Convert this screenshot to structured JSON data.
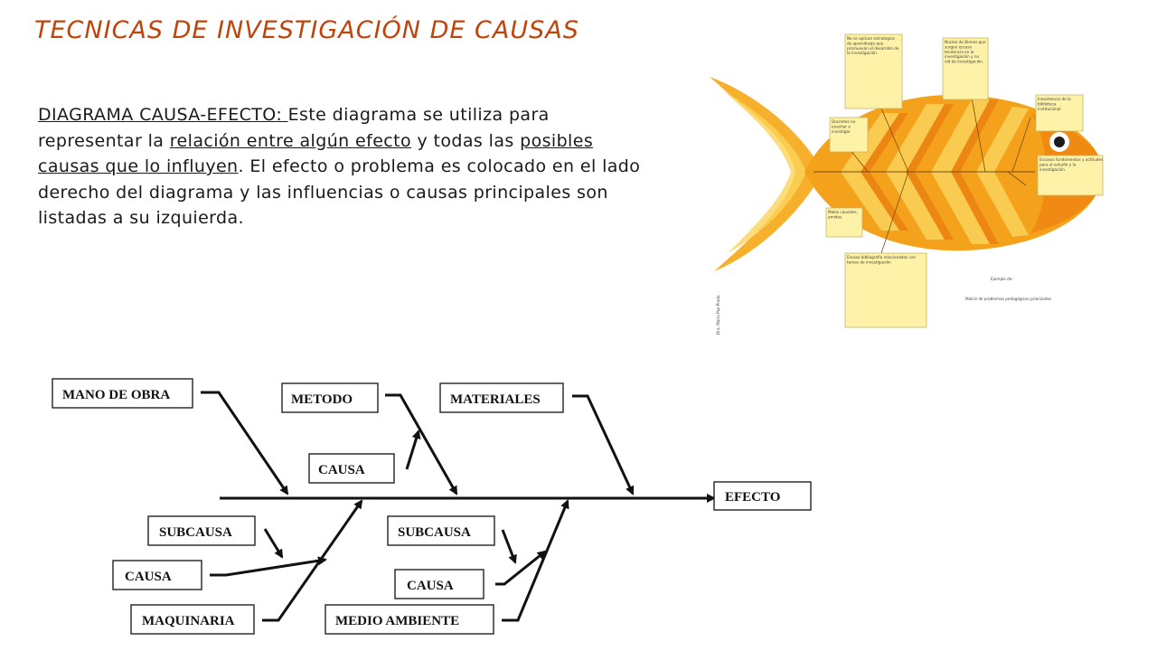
{
  "title": "TECNICAS DE INVESTIGACIÓN DE CAUSAS",
  "intro": {
    "term": "DIAGRAMA CAUSA-EFECTO: ",
    "text_1": "Este diagrama se utiliza para representar la ",
    "link_1": "relación entre algún efecto",
    "text_2": " y todas las ",
    "link_2": "posibles causas que lo influyen",
    "text_3": ". El efecto o problema es colocado en el lado derecho del diagrama y las influencias o causas principales son listadas a su izquierda."
  },
  "fish_image": {
    "colors": {
      "body": "#f4a21c",
      "light": "#fbd35a",
      "dark": "#e8740c",
      "note": "#fdf2a8",
      "note_border": "#c9b560"
    },
    "notes": [
      "No se aplican estrategias de aprendizaje que promuevan el desarrollo de la investigación.",
      "Núcleo de Bienes que surgen escaso tendencia en la investigación y no vid de investigación.",
      "Docentes no enseñar a investigar",
      "Inexistencia de la biblioteca institucional",
      "Escasos fundamentos y actitudes para el estudio y la investigación.",
      "Malos causales, amidos",
      "Escaso bibliografía relacionados con temas de investigación"
    ],
    "caption_1": "Ejemplo de:",
    "caption_2": "Matriz de problemas pedagógicos priorizados"
  },
  "fishbone": {
    "effect": "EFECTO",
    "top_labels": [
      "MANO DE OBRA",
      "METODO",
      "MATERIALES"
    ],
    "cause_top": "CAUSA",
    "left_bottom": {
      "subcause": "SUBCAUSA",
      "cause": "CAUSA",
      "category": "MAQUINARIA"
    },
    "right_bottom": {
      "subcause": "SUBCAUSA",
      "cause": "CAUSA",
      "category": "MEDIO AMBIENTE"
    }
  }
}
